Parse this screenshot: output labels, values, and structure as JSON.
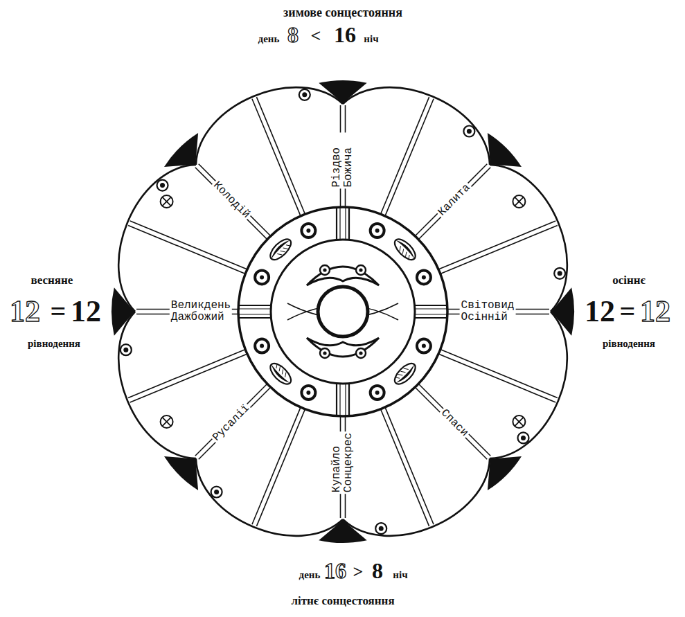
{
  "diagram": {
    "labels": [
      "зимове сонцестояння",
      "день",
      "8",
      "<",
      "16",
      "ніч",
      "Різдво Божича",
      "Колодій",
      "Калита",
      "весняне",
      "12",
      "=",
      "12",
      "рівнодення",
      "Великдень Дажбожий",
      "Світовид Осінній",
      "осіннє",
      "12",
      "=",
      "12",
      "рівнодення",
      "Русалії",
      "Спаси",
      "Купайло Сонцекрес",
      "день",
      "16",
      ">",
      "8",
      "ніч",
      "літнє сонцестояння"
    ]
  }
}
